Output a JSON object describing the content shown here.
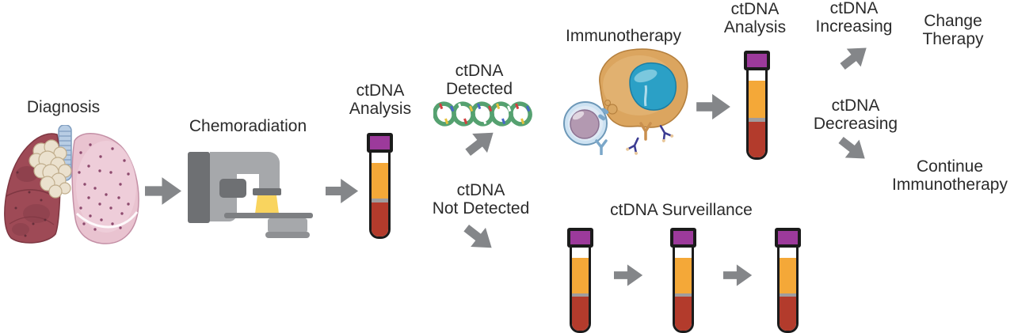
{
  "workflow": {
    "diagnosis": {
      "label": "Diagnosis",
      "icon": "lungs-icon"
    },
    "chemoradiation": {
      "label": "Chemoradiation",
      "icon": "radiotherapy-machine-icon"
    },
    "initial_analysis": {
      "label": "ctDNA\nAnalysis",
      "icon": "blood-tube-icon"
    },
    "detected": {
      "label": "ctDNA\nDetected",
      "icon": "dna-helix-icon"
    },
    "not_detected": {
      "label": "ctDNA\nNot Detected"
    },
    "immunotherapy": {
      "label": "Immunotherapy",
      "icon": "immune-cells-icon"
    },
    "followup_analysis": {
      "label": "ctDNA\nAnalysis",
      "icon": "blood-tube-icon"
    },
    "increasing": {
      "label": "ctDNA\nIncreasing"
    },
    "change_therapy": {
      "label": "Change\nTherapy"
    },
    "decreasing": {
      "label": "ctDNA\nDecreasing"
    },
    "continue_immunotherapy": {
      "label": "Continue\nImmunotherapy"
    },
    "surveillance": {
      "label": "ctDNA Surveillance",
      "icon": "blood-tube-icon",
      "tube_count": 3
    }
  },
  "colors": {
    "text": "#2b2b2b",
    "arrow": "#848689",
    "tube_cap": "#9c3a9b",
    "tube_plasma": "#f4a838",
    "tube_buffy": "#a09c9d",
    "tube_blood": "#b33b2c",
    "tube_outline": "#1b1b1b",
    "dna_green": "#55a170",
    "beam_yellow": "#f9d45e"
  }
}
